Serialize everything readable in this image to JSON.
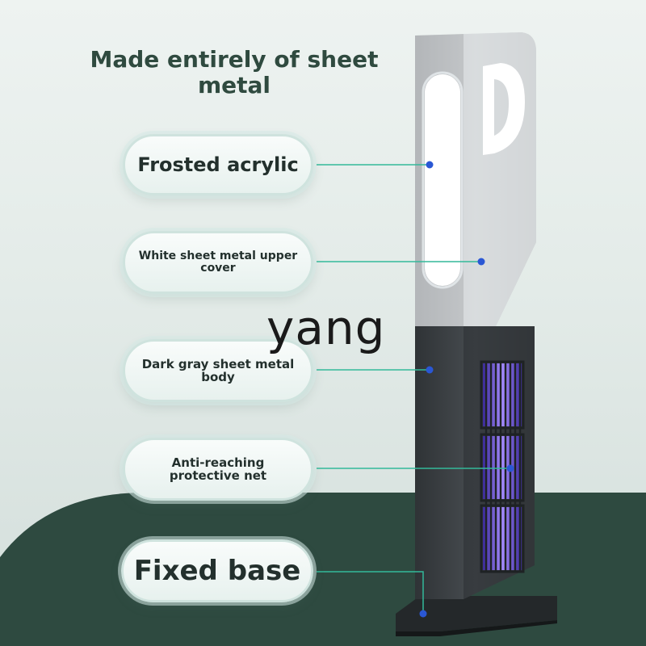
{
  "headline": "Made entirely of sheet metal",
  "callouts": [
    {
      "text": "Frosted acrylic"
    },
    {
      "text": "White sheet metal upper cover"
    },
    {
      "text": "Dark gray sheet metal body"
    },
    {
      "text": "Anti-reaching protective net"
    },
    {
      "text": "Fixed base"
    }
  ],
  "watermark": "yang",
  "colors": {
    "accent_line": "#33b99a",
    "dot": "#2a57d4",
    "floor": "#2e4a40",
    "upper_cover": "#c8cbcd",
    "body": "#3a3f42",
    "uv_glow": "#7b5cff"
  },
  "icons": [
    "parking-p-logo-icon"
  ]
}
